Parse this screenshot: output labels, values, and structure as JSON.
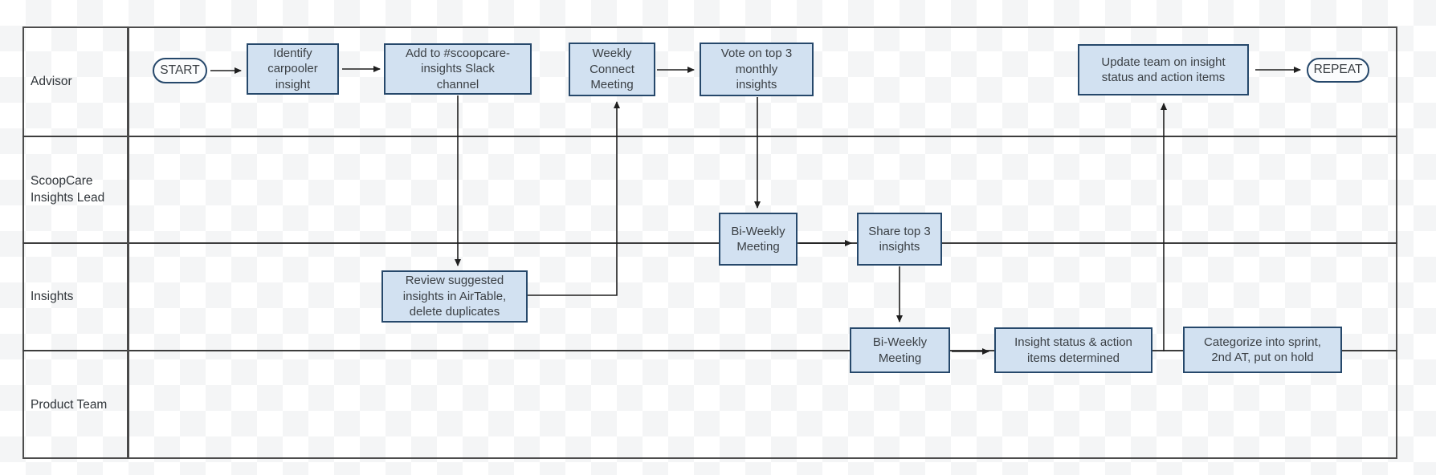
{
  "diagram": {
    "type": "swimlane-flowchart",
    "lanes": [
      {
        "id": "advisor",
        "label": "Advisor"
      },
      {
        "id": "scoopcare-insights-lead",
        "label": "ScoopCare\nInsights Lead"
      },
      {
        "id": "insights",
        "label": "Insights"
      },
      {
        "id": "product-team",
        "label": "Product Team"
      }
    ],
    "nodes": {
      "start": {
        "label": "START",
        "type": "terminator"
      },
      "identify": {
        "label": "Identify\ncarpooler\ninsight",
        "type": "process"
      },
      "add_to_slack": {
        "label": "Add to #scoopcare-\ninsights Slack\nchannel",
        "type": "process"
      },
      "weekly_connect": {
        "label": "Weekly\nConnect\nMeeting",
        "type": "process"
      },
      "vote_top3": {
        "label": "Vote on top 3\nmonthly\ninsights",
        "type": "process"
      },
      "update_team": {
        "label": "Update team on insight\nstatus and action items",
        "type": "process"
      },
      "repeat": {
        "label": "REPEAT",
        "type": "terminator"
      },
      "biweekly_meeting_1": {
        "label": "Bi-Weekly\nMeeting",
        "type": "process"
      },
      "share_top3": {
        "label": "Share top 3\ninsights",
        "type": "process"
      },
      "review_airtable": {
        "label": "Review suggested\ninsights in AirTable,\ndelete duplicates",
        "type": "process"
      },
      "biweekly_meeting_2": {
        "label": "Bi-Weekly\nMeeting",
        "type": "process"
      },
      "insight_status": {
        "label": "Insight status & action\nitems determined",
        "type": "process"
      },
      "categorize": {
        "label": "Categorize into sprint,\n2nd AT, put on hold",
        "type": "process"
      }
    },
    "connections": [
      {
        "from": "start",
        "to": "identify"
      },
      {
        "from": "identify",
        "to": "add_to_slack"
      },
      {
        "from": "add_to_slack",
        "to": "review_airtable"
      },
      {
        "from": "review_airtable",
        "to": "weekly_connect"
      },
      {
        "from": "weekly_connect",
        "to": "vote_top3"
      },
      {
        "from": "vote_top3",
        "to": "biweekly_meeting_1"
      },
      {
        "from": "biweekly_meeting_1",
        "to": "share_top3"
      },
      {
        "from": "share_top3",
        "to": "biweekly_meeting_2"
      },
      {
        "from": "biweekly_meeting_2",
        "to": "insight_status"
      },
      {
        "from": "insight_status",
        "to": "update_team"
      },
      {
        "from": "insight_status",
        "to": "categorize"
      },
      {
        "from": "update_team",
        "to": "repeat"
      }
    ],
    "colors": {
      "node_fill": "#d2e1f1",
      "node_border": "#26486b",
      "terminator_fill": "#fbfcfd",
      "connector_line": "#1f1f1f",
      "lane_line": "#3d3d3d",
      "checker_gray": "#f4f5f6"
    }
  }
}
